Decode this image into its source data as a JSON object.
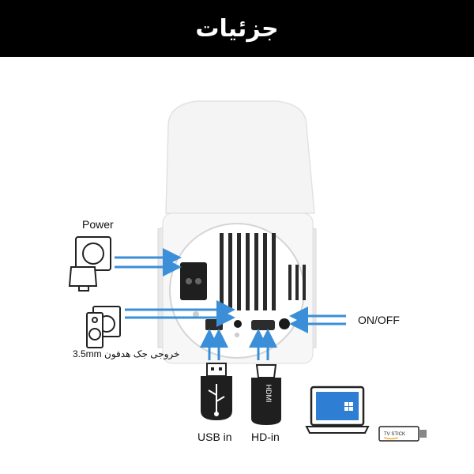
{
  "header": {
    "title": "جزئیات",
    "bg_color": "#000000",
    "text_color": "#ffffff"
  },
  "labels": {
    "power": "Power",
    "on_off": "ON/OFF",
    "audio": "3.5mm خروجی جک هدفون",
    "usb": "USB in",
    "hdmi": "HD-in"
  },
  "port_labels": {
    "hdmi_cable": "HDMI",
    "tv_stick": "TV STICK"
  },
  "colors": {
    "arrow": "#3a8fd8",
    "device_body": "#f2f2f2",
    "vent": "#2a2a2a"
  },
  "icons": [
    "power-plug-icon",
    "speaker-icon",
    "usb-plug-icon",
    "hdmi-plug-icon",
    "laptop-icon",
    "tv-stick-icon",
    "windows-logo-icon"
  ]
}
